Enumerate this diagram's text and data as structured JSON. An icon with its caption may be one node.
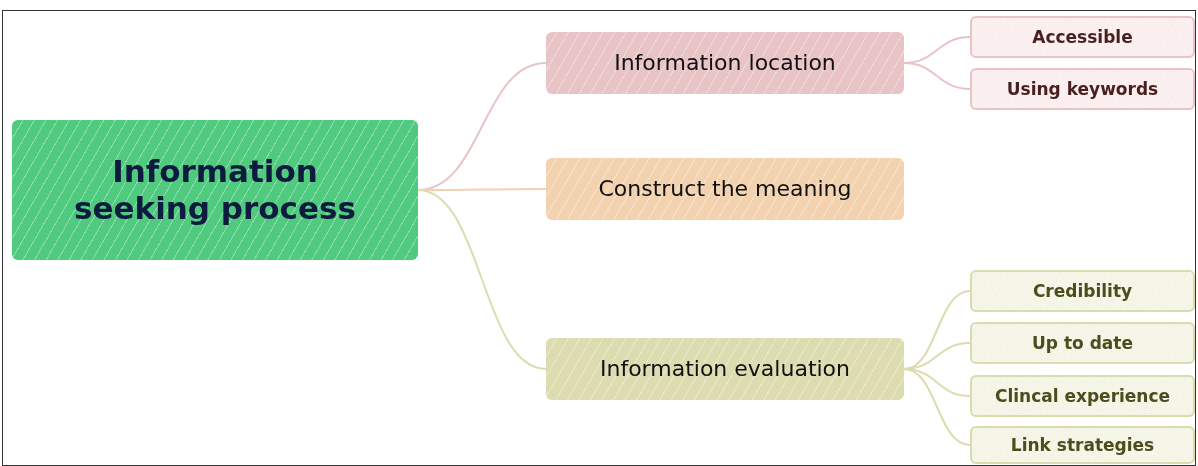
{
  "diagram": {
    "nodes": [
      {
        "text": [
          "Information seeking process"
        ]
      },
      {
        "text": [
          "Information location"
        ]
      },
      {
        "text": [
          "Accessible"
        ]
      },
      {
        "text": [
          "Using keywords"
        ]
      },
      {
        "text": [
          "Construct the meaning"
        ]
      },
      {
        "text": [
          "Information evaluation"
        ]
      },
      {
        "text": [
          "Credibility"
        ]
      },
      {
        "text": [
          "Up to date"
        ]
      },
      {
        "text": [
          "Clincal experience"
        ]
      },
      {
        "text": [
          "Link strategies"
        ]
      }
    ],
    "edges": [
      {
        "from": 0,
        "to": 1,
        "arrow": "none",
        "color": "#e8c4c6"
      },
      {
        "from": 1,
        "to": 2,
        "arrow": "none",
        "color": "#e8c4c6"
      },
      {
        "from": 1,
        "to": 3,
        "arrow": "none",
        "color": "#e8c4c6"
      },
      {
        "from": 0,
        "to": 4,
        "arrow": "none",
        "color": "#f3d2b0"
      },
      {
        "from": 0,
        "to": 5,
        "arrow": "none"
      },
      {
        "from": 5,
        "to": 6,
        "arrow": "none"
      },
      {
        "from": 5,
        "to": 7,
        "arrow": "none"
      },
      {
        "from": 5,
        "to": 8,
        "arrow": "none"
      },
      {
        "from": 5,
        "to": 9,
        "arrow": "none"
      }
    ]
  }
}
